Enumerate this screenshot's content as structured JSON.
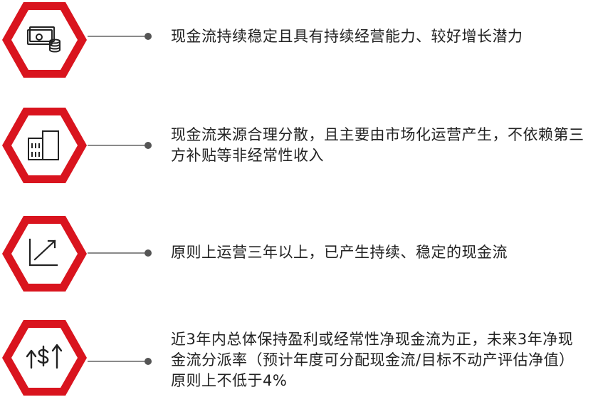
{
  "colors": {
    "hex_outer": "#d9141e",
    "hex_inner": "#ffffff",
    "icon": "#222222",
    "connector": "#8a8a8a",
    "dot": "#555555",
    "text": "#222222"
  },
  "items": [
    {
      "icon": "cash-coins-icon",
      "text": "现金流持续稳定且具有持续经营能力、较好增长潜力"
    },
    {
      "icon": "buildings-icon",
      "text": "现金流来源合理分散，且主要由市场化运营产生，不依赖第三方补贴等非经常性收入"
    },
    {
      "icon": "growth-chart-icon",
      "text": "原则上运营三年以上，已产生持续、稳定的现金流"
    },
    {
      "icon": "dollar-arrows-icon",
      "text": "近3年内总体保持盈利或经常性净现金流为正，未来3年净现金流分派率（预计年度可分配现金流/目标不动产评估净值）原则上不低于4%"
    }
  ]
}
